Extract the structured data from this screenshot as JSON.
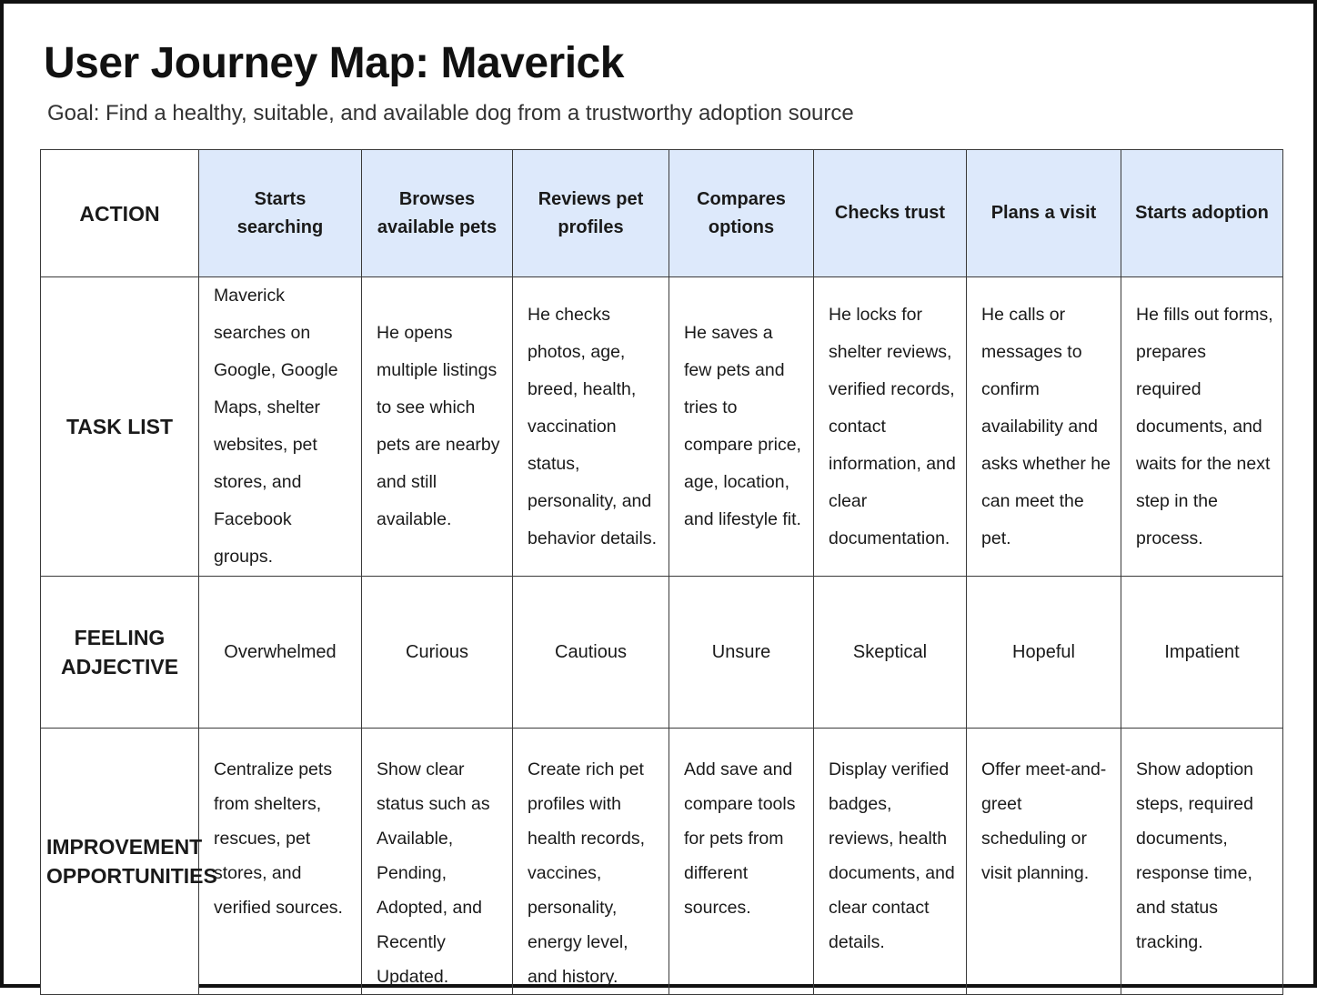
{
  "title": "User Journey Map: Maverick",
  "goal": "Goal: Find a healthy, suitable, and available dog from a trustworthy adoption source",
  "rows": {
    "action_label": "ACTION",
    "task_label": "TASK LIST",
    "feeling_label": "FEELING ADJECTIVE",
    "improvement_label": "IMPROVEMENT OPPORTUNITIES"
  },
  "stages": [
    {
      "action": "Starts searching",
      "task": "Maverick searches on Google, Google Maps, shelter websites, pet stores, and Facebook groups.",
      "feeling": "Overwhelmed",
      "improvement": "Centralize pets from shelters, rescues, pet stores, and verified sources."
    },
    {
      "action": "Browses available pets",
      "task": "He opens multiple listings to see which pets are nearby and still available.",
      "feeling": "Curious",
      "improvement": "Show clear status such as Available, Pending, Adopted, and Recently Updated."
    },
    {
      "action": "Reviews pet profiles",
      "task": "He checks photos, age, breed, health, vaccination status, personality, and behavior details.",
      "feeling": "Cautious",
      "improvement": "Create rich pet profiles with health records, vaccines, personality, energy level, and history."
    },
    {
      "action": "Compares options",
      "task": "He saves a few pets and tries to compare price, age, location, and lifestyle fit.",
      "feeling": "Unsure",
      "improvement": "Add save and compare tools for pets from different sources."
    },
    {
      "action": "Checks trust",
      "task": "He locks for shelter reviews, verified records, contact information, and clear documentation.",
      "feeling": "Skeptical",
      "improvement": "Display verified badges, reviews, health documents, and clear contact details."
    },
    {
      "action": "Plans a visit",
      "task": "He calls or messages to confirm availability and asks whether he can meet the pet.",
      "feeling": "Hopeful",
      "improvement": "Offer meet-and-greet scheduling or visit planning."
    },
    {
      "action": "Starts adoption",
      "task": "He fills out forms, prepares required documents, and waits for the next step in the process.",
      "feeling": "Impatient",
      "improvement": "Show adoption steps, required documents, response time, and status tracking."
    }
  ],
  "colors": {
    "action_header_bg": "#dde9fb",
    "border": "#3a3a3a",
    "frame": "#111111"
  }
}
